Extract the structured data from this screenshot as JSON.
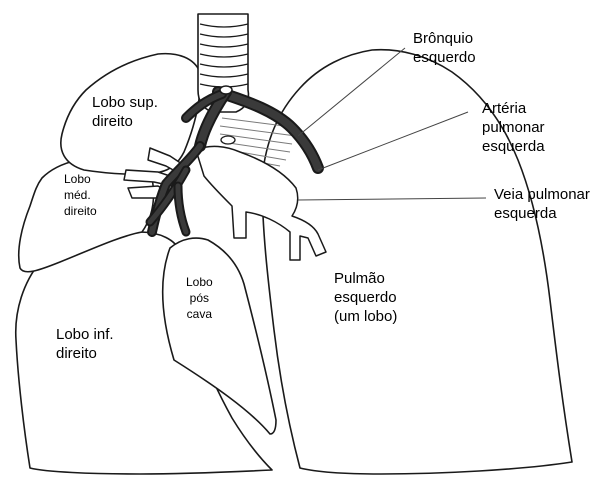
{
  "colors": {
    "outline": "#1a1a1a",
    "vessel_dark": "#3a3a3a",
    "fill": "#ffffff",
    "trachea_hatch": "#7a7a7a"
  },
  "labels": {
    "right_superior_lobe": "Lobo sup.\ndireito",
    "right_middle_lobe": "Lobo\nméd.\ndireito",
    "right_inferior_lobe": "Lobo inf.\ndireito",
    "postcaval_lobe": "Lobo\npós\ncava",
    "left_lung": "Pulmão\nesquerdo\n(um lobo)",
    "left_bronchus": "Brônquio\nesquerdo",
    "left_pulmonary_artery": "Artéria\npulmonar\nesquerda",
    "left_pulmonary_vein": "Veia pulmonar\nesquerda"
  }
}
